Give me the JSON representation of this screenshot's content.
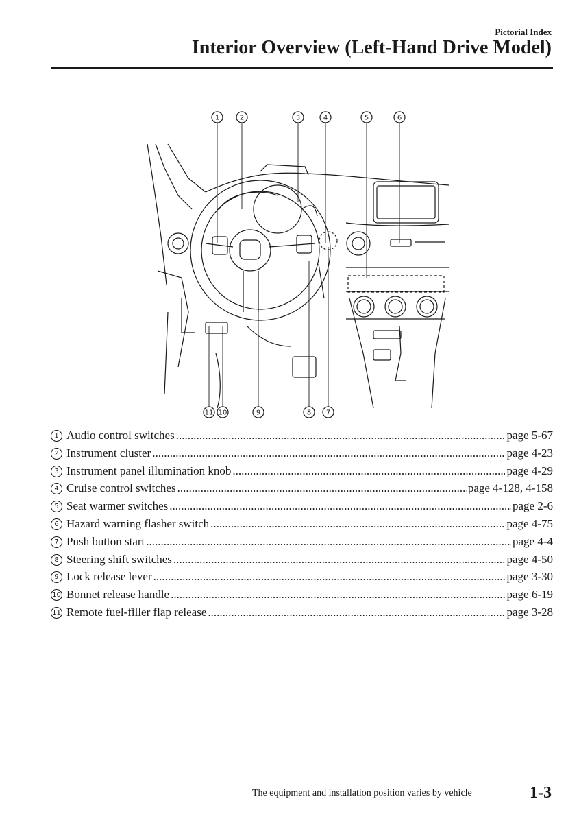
{
  "header": {
    "section": "Pictorial Index",
    "title": "Interior Overview (Left-Hand Drive Model)"
  },
  "figure": {
    "callouts_top": [
      "1",
      "2",
      "3",
      "4",
      "5",
      "6"
    ],
    "callouts_bottom": [
      "11",
      "10",
      "9",
      "8",
      "7"
    ]
  },
  "legend": [
    {
      "num": "1",
      "name": "Audio control switches",
      "page": "page 5-67"
    },
    {
      "num": "2",
      "name": "Instrument cluster",
      "page": "page 4-23"
    },
    {
      "num": "3",
      "name": "Instrument panel illumination knob",
      "page": "page 4-29"
    },
    {
      "num": "4",
      "name": "Cruise control switches",
      "page": "page 4-128, 4-158"
    },
    {
      "num": "5",
      "name": "Seat warmer switches",
      "page": "page 2-6"
    },
    {
      "num": "6",
      "name": "Hazard warning flasher switch",
      "page": "page 4-75"
    },
    {
      "num": "7",
      "name": "Push button start",
      "page": "page 4-4"
    },
    {
      "num": "8",
      "name": "Steering shift switches",
      "page": "page 4-50"
    },
    {
      "num": "9",
      "name": "Lock release lever",
      "page": "page 3-30"
    },
    {
      "num": "10",
      "name": "Bonnet release handle",
      "page": "page 6-19"
    },
    {
      "num": "11",
      "name": "Remote fuel-filler flap release",
      "page": "page 3-28"
    }
  ],
  "footer": {
    "note": "The equipment and installation position varies by vehicle",
    "page_number": "1-3"
  }
}
